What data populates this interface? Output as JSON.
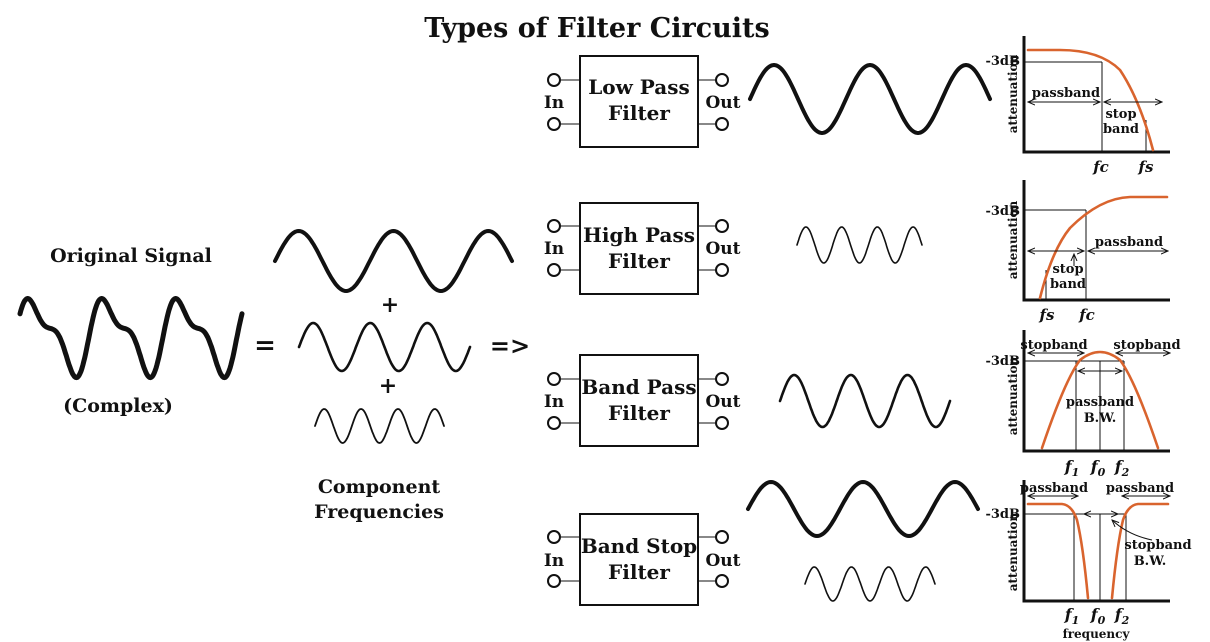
{
  "title": "Types of Filter Circuits",
  "original": {
    "label": "Original Signal",
    "sublabel": "(Complex)"
  },
  "symbols": {
    "equals": "=",
    "plus": "+",
    "arrow": "=>"
  },
  "components": {
    "label_line1": "Component",
    "label_line2": "Frequencies"
  },
  "filters": [
    {
      "name_line1": "Low Pass",
      "name_line2": "Filter",
      "in_label": "In",
      "out_label": "Out"
    },
    {
      "name_line1": "High Pass",
      "name_line2": "Filter",
      "in_label": "In",
      "out_label": "Out"
    },
    {
      "name_line1": "Band Pass",
      "name_line2": "Filter",
      "in_label": "In",
      "out_label": "Out"
    },
    {
      "name_line1": "Band Stop",
      "name_line2": "Filter",
      "in_label": "In",
      "out_label": "Out"
    }
  ],
  "graphs": {
    "db_label": "-3dB",
    "y_label": "attenuation",
    "x_label": "frequency",
    "low_pass": {
      "passband": "passband",
      "stop1": "stop",
      "stop2": "band",
      "fc": "fc",
      "fs": "fs"
    },
    "high_pass": {
      "passband": "passband",
      "stop1": "stop",
      "stop2": "band",
      "fc": "fc",
      "fs": "fs"
    },
    "band_pass": {
      "stop_left": "stopband",
      "stop_right": "stopband",
      "pass1": "passband",
      "pass2": "B.W.",
      "f1": "f",
      "f0": "f",
      "f2": "f",
      "sub1": "1",
      "sub0": "0",
      "sub2": "2"
    },
    "band_stop": {
      "pass_left": "passband",
      "pass_right": "passband",
      "stop1": "stopband",
      "stop2": "B.W.",
      "f1": "f",
      "f0": "f",
      "f2": "f",
      "sub1": "1",
      "sub0": "0",
      "sub2": "2"
    }
  },
  "colors": {
    "response_curve": "#d9642e",
    "ink": "#111111"
  }
}
